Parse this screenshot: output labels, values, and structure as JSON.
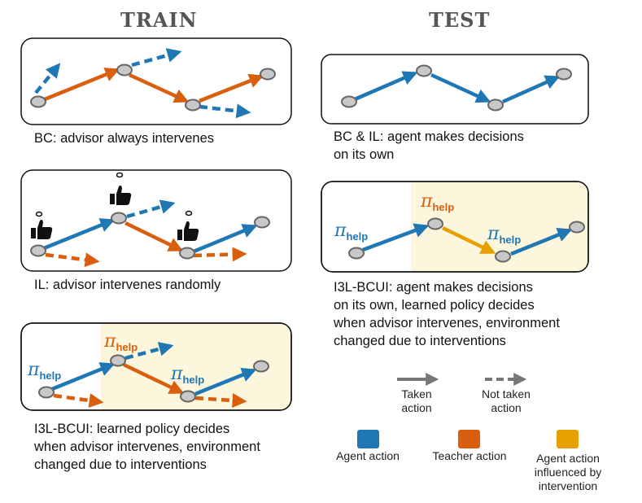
{
  "headings": {
    "train": "TRAIN",
    "test": "TEST"
  },
  "captions": {
    "train_bc": "BC: advisor always intervenes",
    "train_il": "IL: advisor intervenes randomly",
    "train_i3l": "I3L-BCUI: learned policy decides\nwhen advisor intervenes, environment\nchanged due to interventions",
    "test_bcil": "BC & IL: agent makes decisions\non its own",
    "test_i3l": "I3L-BCUI: agent makes decisions\non its own, learned policy decides\nwhen advisor intervenes, environment\nchanged due to interventions"
  },
  "policy_label": {
    "symbol": "π",
    "subscript": "help"
  },
  "legend": {
    "taken": "Taken\naction",
    "not_taken": "Not taken\naction",
    "agent": "Agent action",
    "teacher": "Teacher action",
    "influenced": "Agent action\ninfluenced by\nintervention"
  },
  "colors": {
    "agent": "#1f77b4",
    "teacher": "#d95f0e",
    "influenced": "#e6a000",
    "highlight": "#fbf6dc",
    "node_fill": "#c8c8c8",
    "node_stroke": "#666666",
    "arrow_gray": "#777777"
  }
}
